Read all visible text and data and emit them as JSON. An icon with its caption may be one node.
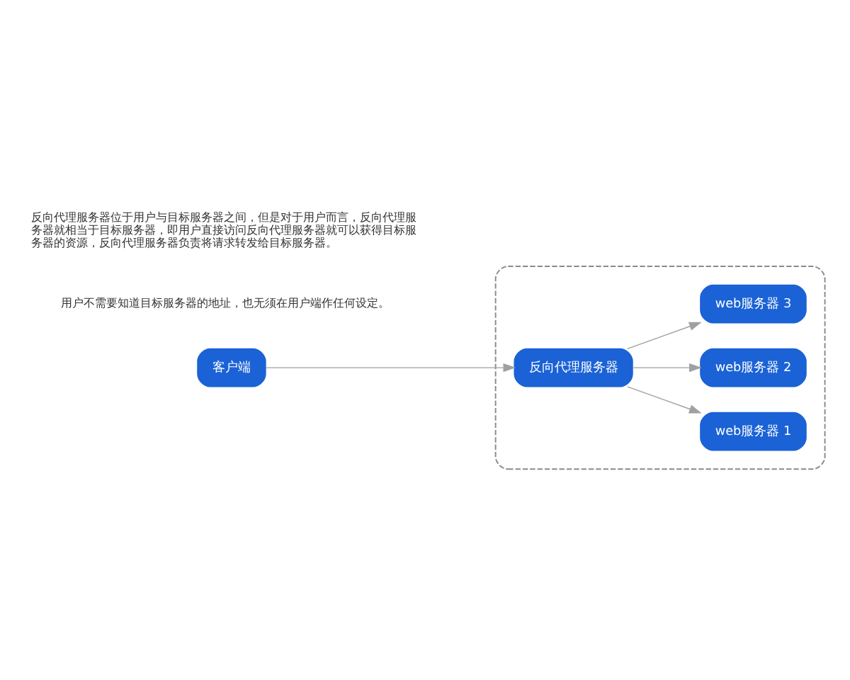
{
  "diagram": {
    "nodes": [
      {
        "text": [
          "客户端"
        ]
      },
      {
        "text": [],
        "shape": "box"
      },
      {
        "text": [
          "反向代理服务器"
        ],
        "in": 1
      },
      {
        "text": [
          "web服务器 1"
        ],
        "in": 1
      },
      {
        "text": [
          "web服务器 2"
        ],
        "in": 1
      },
      {
        "text": [
          "web服务器 3"
        ],
        "in": 1
      }
    ],
    "edges": [
      {
        "from": 0,
        "to": 2,
        "arrow": "to"
      },
      {
        "from": 2,
        "to": 3,
        "arrow": "to"
      },
      {
        "from": 2,
        "to": 4,
        "arrow": "to"
      },
      {
        "from": 2,
        "to": 5,
        "arrow": "to"
      }
    ],
    "labels": [
      "反向代理服务器位于用户与目标服务器之间，但是对于用户而言，反向代理服务器就相当于目标服务器，即用户直接访问反向代理服务器就可以获得目标服务器的资源，反向代理服务器负责将请求转发给目标服务器。",
      "用户不需要知道目标服务器的地址，也无须在用户端作任何设定。"
    ]
  }
}
